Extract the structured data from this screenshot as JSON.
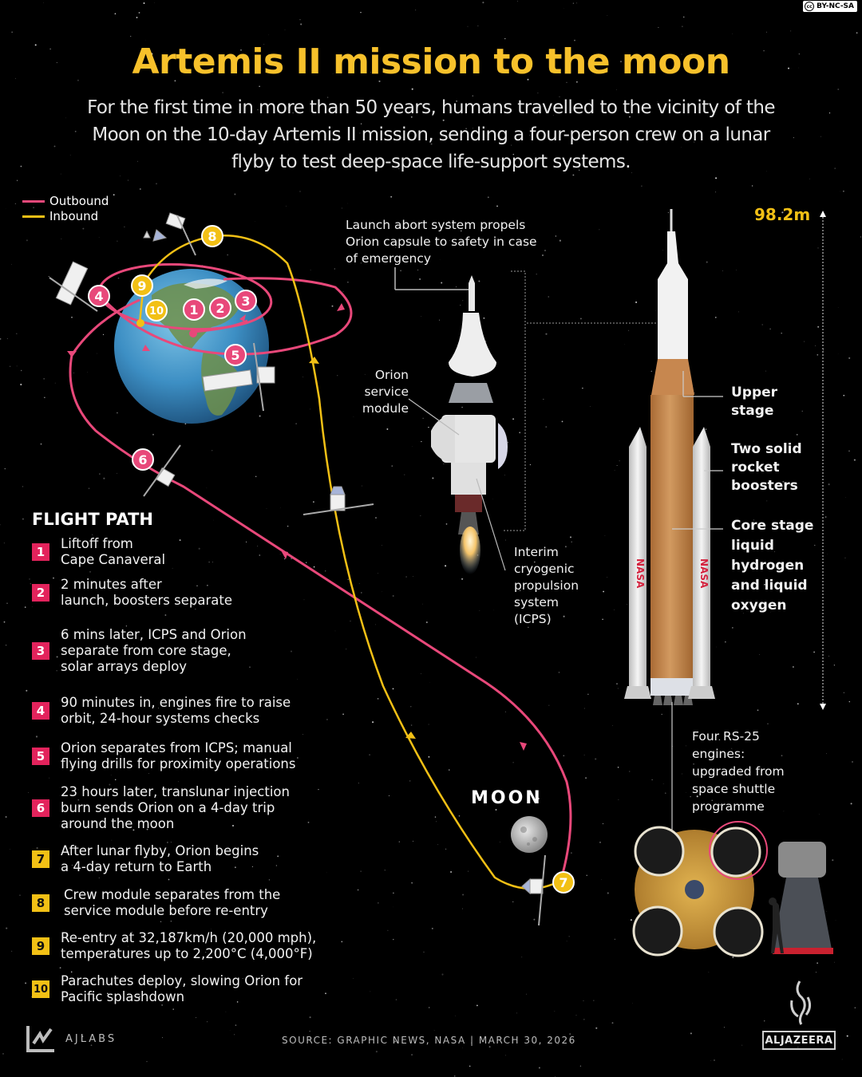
{
  "license": {
    "label": "BY-NC-SA",
    "icon": "cc-icon"
  },
  "header": {
    "title": "Artemis II mission to the moon",
    "subtitle_lines": [
      "For the first time in more than 50 years, humans travelled to the vicinity of the",
      "Moon on the 10-day Artemis II mission, sending a four-person crew on a lunar",
      "flyby to test deep-space life-support systems."
    ]
  },
  "legend": {
    "items": [
      {
        "label": "Outbound",
        "color": "#e8487a"
      },
      {
        "label": "Inbound",
        "color": "#f2c015"
      }
    ]
  },
  "colors": {
    "outbound": "#e8487a",
    "inbound": "#f2c015",
    "badge_pink": "#e3235c",
    "badge_yellow": "#f2c015",
    "title": "#f7c12b",
    "background": "#000000",
    "core_stage": "#c7874f"
  },
  "flight_path": {
    "title": "FLIGHT PATH",
    "steps": [
      {
        "num": "1",
        "color": "pink",
        "lines": [
          "Liftoff from",
          "Cape Canaveral"
        ]
      },
      {
        "num": "2",
        "color": "pink",
        "lines": [
          "2 minutes after",
          "launch, boosters separate"
        ]
      },
      {
        "num": "3",
        "color": "pink",
        "lines": [
          "6 mins later, ICPS and Orion",
          "separate from core stage,",
          "solar arrays deploy"
        ]
      },
      {
        "num": "4",
        "color": "pink",
        "lines": [
          "90 minutes in, engines fire to raise",
          "orbit, 24-hour systems checks"
        ]
      },
      {
        "num": "5",
        "color": "pink",
        "lines": [
          "Orion separates from ICPS; manual",
          "flying drills for proximity operations"
        ]
      },
      {
        "num": "6",
        "color": "pink",
        "lines": [
          "23 hours later, translunar injection",
          "burn sends Orion on a 4-day trip",
          "around the moon"
        ]
      },
      {
        "num": "7",
        "color": "yellow",
        "lines": [
          "After lunar flyby, Orion begins",
          "a 4-day return to Earth"
        ]
      },
      {
        "num": "8",
        "color": "yellow",
        "lines": [
          "Crew module separates from the",
          "service module before re-entry"
        ]
      },
      {
        "num": "9",
        "color": "yellow",
        "lines": [
          "Re-entry at 32,187km/h (20,000 mph),",
          "temperatures up to 2,200°C (4,000°F)"
        ]
      },
      {
        "num": "10",
        "color": "yellow",
        "lines": [
          "Parachutes deploy, slowing Orion for",
          "Pacific splashdown"
        ]
      }
    ]
  },
  "map_markers": [
    {
      "num": "1",
      "color": "pink"
    },
    {
      "num": "2",
      "color": "pink"
    },
    {
      "num": "3",
      "color": "pink"
    },
    {
      "num": "4",
      "color": "pink"
    },
    {
      "num": "5",
      "color": "pink"
    },
    {
      "num": "6",
      "color": "pink"
    },
    {
      "num": "7",
      "color": "yellow"
    },
    {
      "num": "8",
      "color": "yellow"
    },
    {
      "num": "9",
      "color": "yellow"
    },
    {
      "num": "10",
      "color": "yellow"
    }
  ],
  "moon_label": "MOON",
  "orion_labels": {
    "launch_abort": [
      "Launch abort system propels",
      "Orion capsule to safety in case",
      "of emergency"
    ],
    "service_module": [
      "Orion",
      "service",
      "module"
    ],
    "icps": [
      "Interim",
      "cryogenic",
      "propulsion",
      "system",
      "(ICPS)"
    ]
  },
  "sls_labels": {
    "height": "98.2m",
    "upper_stage": [
      "Upper",
      "stage"
    ],
    "boosters": [
      "Two solid",
      "rocket",
      "boosters"
    ],
    "core_stage": [
      "Core stage",
      "liquid",
      "hydrogen",
      "and liquid",
      "oxygen"
    ],
    "engines": [
      "Four RS-25",
      "engines:",
      "upgraded from",
      "space shuttle",
      "programme"
    ]
  },
  "footer": {
    "source": "SOURCE:  GRAPHIC NEWS, NASA  |   MARCH 30, 2026",
    "ajlabs": "AJLABS",
    "aljazeera": "ALJAZEERA"
  }
}
